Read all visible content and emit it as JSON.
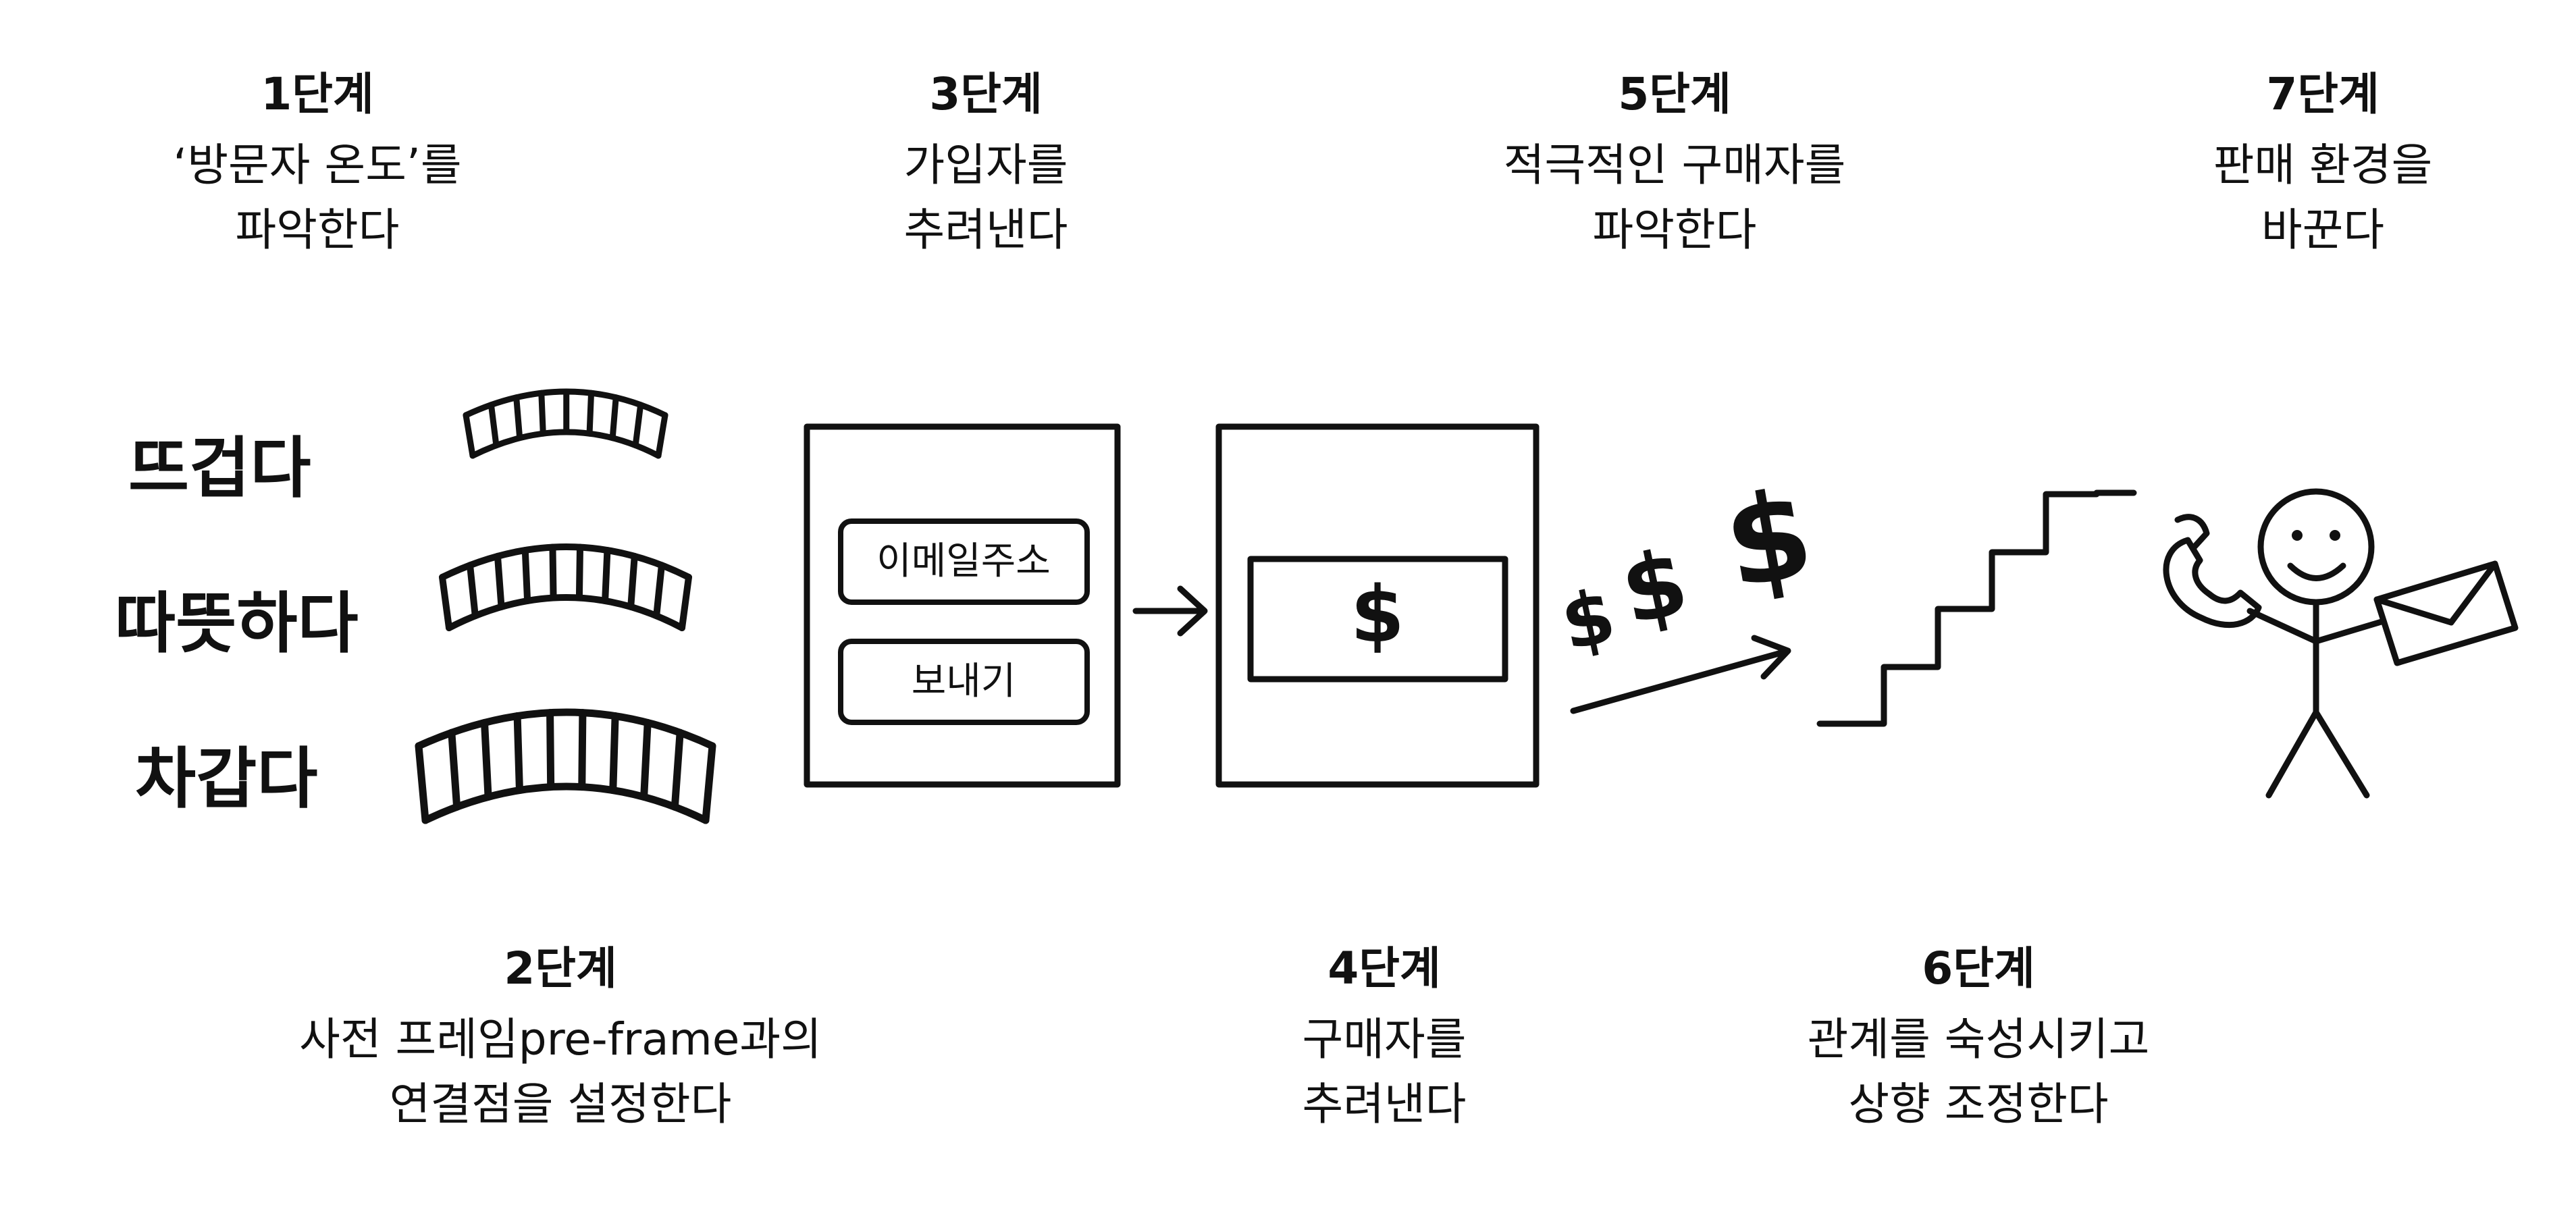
{
  "steps": [
    {
      "label": "1단계",
      "line1": "‘방문자 온도’를",
      "line2": "파악한다"
    },
    {
      "label": "2단계",
      "line1": "사전 프레임pre-frame과의",
      "line2": "연결점을 설정한다"
    },
    {
      "label": "3단계",
      "line1": "가입자를",
      "line2": "추려낸다"
    },
    {
      "label": "4단계",
      "line1": "구매자를",
      "line2": "추려낸다"
    },
    {
      "label": "5단계",
      "line1": "적극적인 구매자를",
      "line2": "파악한다"
    },
    {
      "label": "6단계",
      "line1": "관계를 숙성시키고",
      "line2": "상향 조정한다"
    },
    {
      "label": "7단계",
      "line1": "판매 환경을",
      "line2": "바꾼다"
    }
  ],
  "temperatures": [
    "뜨겁다",
    "따뜻하다",
    "차갑다"
  ],
  "form": {
    "email_label": "이메일주소",
    "send_label": "보내기"
  },
  "dollar_symbol": "$",
  "icons": [
    "bridge-icon",
    "arrow-right-icon",
    "dollar-icon",
    "trend-arrow-icon",
    "stairs-icon",
    "phone-icon",
    "smiley-person-icon",
    "envelope-icon"
  ]
}
